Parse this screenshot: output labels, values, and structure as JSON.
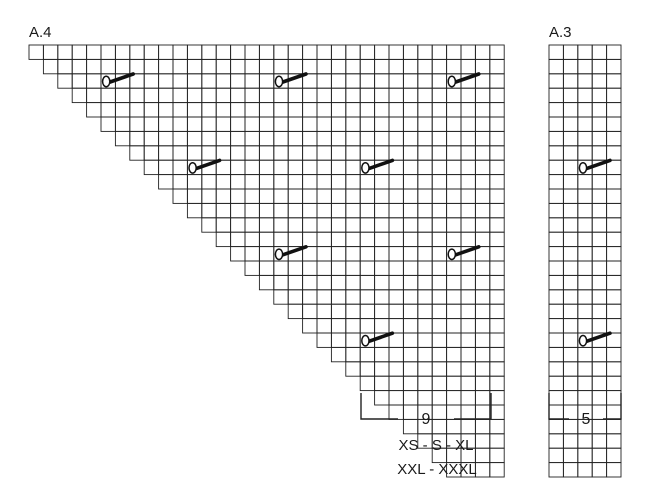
{
  "charts": [
    {
      "id": "a4",
      "title": "A.4",
      "type": "knitting-chart",
      "shape": "triangle",
      "columns": 33,
      "rows": 30,
      "width_label": "9",
      "size_lines": [
        "XS - S - XL",
        "XXL - XXXL"
      ],
      "yarn_over_cells": [
        {
          "col": 5,
          "row": 2
        },
        {
          "col": 17,
          "row": 2
        },
        {
          "col": 29,
          "row": 2
        },
        {
          "col": 11,
          "row": 8
        },
        {
          "col": 23,
          "row": 8
        },
        {
          "col": 17,
          "row": 14
        },
        {
          "col": 29,
          "row": 14
        },
        {
          "col": 23,
          "row": 20
        }
      ]
    },
    {
      "id": "a3",
      "title": "A.3",
      "type": "knitting-chart",
      "shape": "rectangle",
      "columns": 5,
      "rows": 30,
      "width_label": "5",
      "yarn_over_cells": [
        {
          "col": 2,
          "row": 8
        },
        {
          "col": 2,
          "row": 20
        }
      ]
    }
  ],
  "symbol": {
    "icon": "yarn-over-icon",
    "color": "#111111"
  },
  "colors": {
    "grid_line": "#222222",
    "text": "#1a1a1a",
    "background": "#ffffff"
  }
}
